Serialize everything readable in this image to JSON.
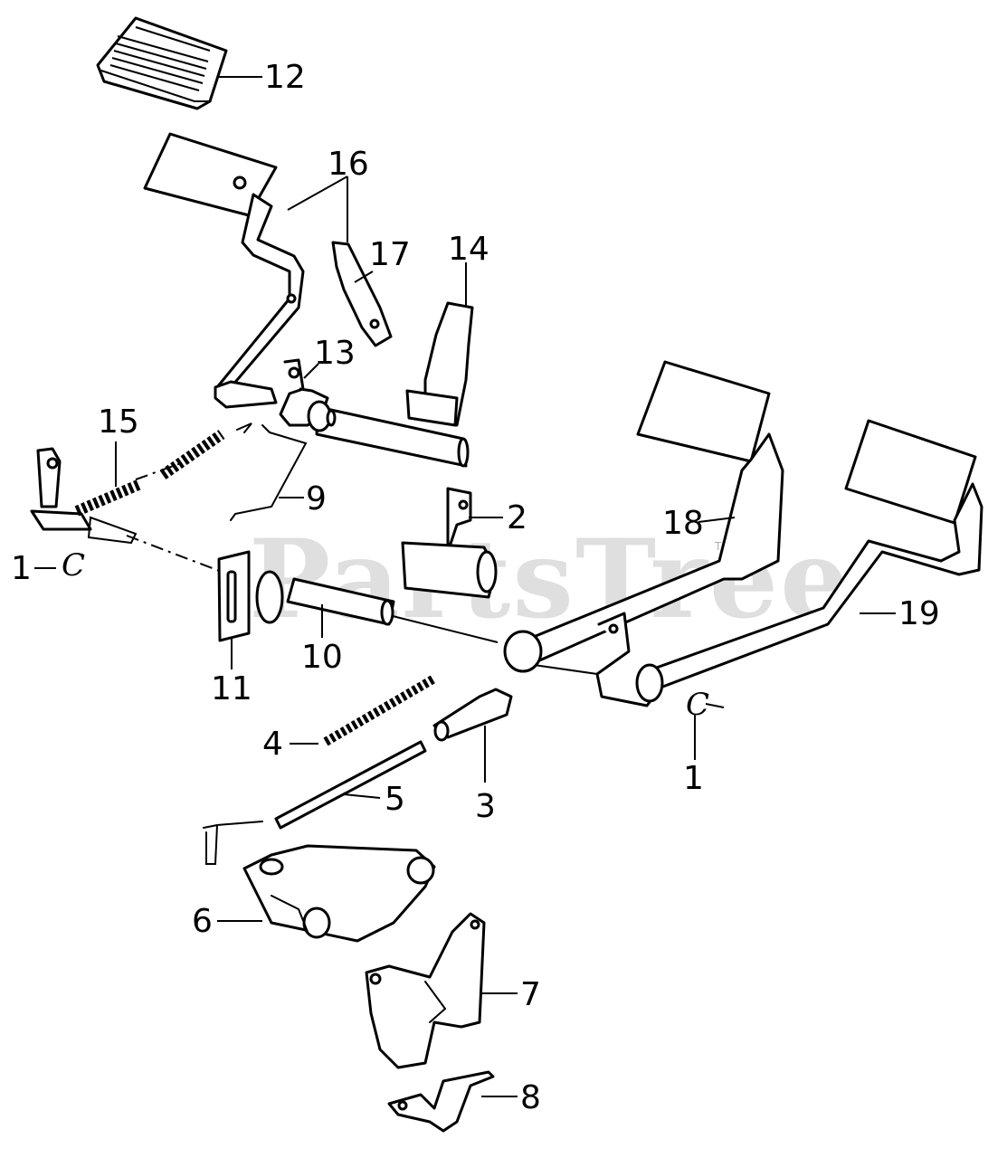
{
  "watermark": {
    "text": "PartsTree",
    "tm": "TM"
  },
  "callouts": {
    "c1a": "1",
    "c1b": "1",
    "c2": "2",
    "c3": "3",
    "c4": "4",
    "c5": "5",
    "c6": "6",
    "c7": "7",
    "c8": "8",
    "c9": "9",
    "c10": "10",
    "c11": "11",
    "c12": "12",
    "c13": "13",
    "c14": "14",
    "c15": "15",
    "c16": "16",
    "c17": "17",
    "c18": "18",
    "c19": "19"
  }
}
